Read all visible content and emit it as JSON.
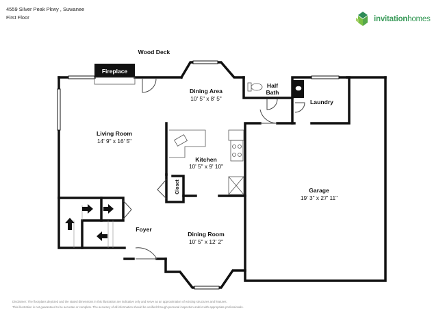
{
  "header": {
    "address": "4559 Silver Peak Pkwy , Suwanee",
    "floor": "First Floor"
  },
  "logo": {
    "text_bold": "invitation",
    "text_light": "homes",
    "color": "#3a9b5a"
  },
  "plan": {
    "exterior_label": "Wood Deck",
    "fireplace": "Fireplace",
    "closet": "Closet",
    "rooms": [
      {
        "name": "Dining Area",
        "dims": "10' 5\" x 8' 5\""
      },
      {
        "name": "Half Bath",
        "dims": ""
      },
      {
        "name": "Laundry",
        "dims": ""
      },
      {
        "name": "Living Room",
        "dims": "14' 9\" x 16' 5\""
      },
      {
        "name": "Kitchen",
        "dims": "10' 5\" x 9' 10\""
      },
      {
        "name": "Garage",
        "dims": "19' 3\" x 27' 11\""
      },
      {
        "name": "Foyer",
        "dims": ""
      },
      {
        "name": "Dining Room",
        "dims": "10' 5\" x 12' 2\""
      }
    ]
  },
  "disclaimer": {
    "line1": "Disclaimer: The floorplans depicted and the stated dimensions in this illustration are indicative only and serve as an approximation of existing structures and features.",
    "line2": "This illustration is not guaranteed to be accurate or complete. The accuracy of all information should be verified through personal inspection and/or with appropriate professionals."
  }
}
